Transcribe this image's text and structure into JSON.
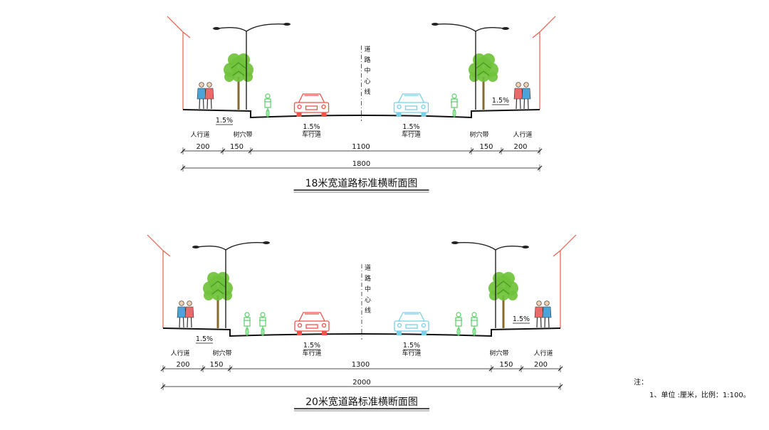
{
  "sections": [
    {
      "title": "18米宽道路标准横断面图",
      "centerline_label": "道路中心线",
      "zones": [
        "人行道",
        "树穴带",
        "车行道",
        "车行道",
        "树穴带",
        "人行道"
      ],
      "slopes": [
        "1.5%",
        "1.5%",
        "1.5%",
        "1.5%"
      ],
      "dimensions": [
        "200",
        "150",
        "1100",
        "150",
        "200"
      ],
      "total": "1800"
    },
    {
      "title": "20米宽道路标准横断面图",
      "centerline_label": "道路中心线",
      "zones": [
        "人行道",
        "树穴带",
        "车行道",
        "车行道",
        "树穴带",
        "人行道"
      ],
      "slopes": [
        "1.5%",
        "1.5%",
        "1.5%",
        "1.5%"
      ],
      "dimensions": [
        "200",
        "150",
        "1300",
        "150",
        "200"
      ],
      "total": "2000"
    }
  ],
  "note": {
    "title": "注：",
    "line": "1、单位 :厘米，比例：1:100。"
  },
  "colors": {
    "building": "#e0604a",
    "tree": "#6fc23a",
    "trunk": "#8a6a2c",
    "car_left": "#f0524a",
    "car_right": "#7ad0e6",
    "bicycle": "#5ad16a",
    "pedestrian_a": "#4aa3d9",
    "pedestrian_b": "#e86a6a"
  }
}
